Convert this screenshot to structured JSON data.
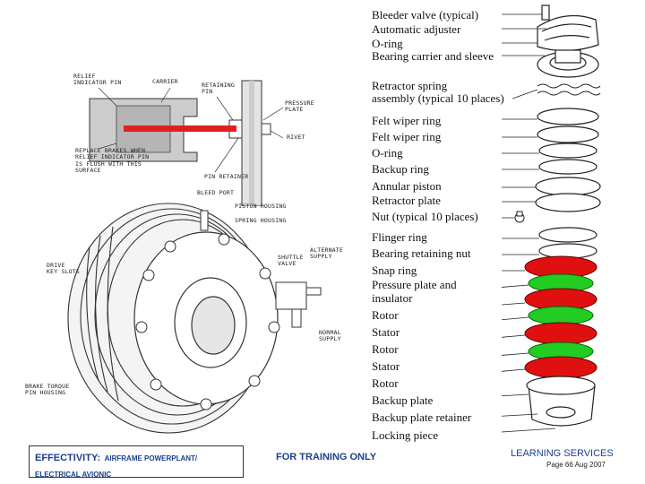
{
  "stack_labels": [
    "Bleeder valve (typical)",
    "Automatic adjuster",
    "O-ring",
    "Bearing carrier and sleeve",
    "Retractor spring",
    "assembly (typical 10 places)",
    "Felt wiper ring",
    "Felt wiper ring",
    "O-ring",
    "Backup ring",
    "Annular piston",
    "Retractor plate",
    "Nut (typical 10 places)",
    "Flinger ring",
    "Bearing retaining nut",
    "Snap ring",
    "Pressure plate and",
    "insulator",
    "Rotor",
    "Stator",
    "Rotor",
    "Stator",
    "Rotor",
    "Backup plate",
    "Backup plate retainer",
    "Locking piece"
  ],
  "pin_labels": {
    "relief_indicator": "RELIEF\nINDICATOR PIN",
    "carrier": "CARRIER",
    "retaining_pin": "RETAINING\nPIN",
    "pressure_plate": "PRESSURE\nPLATE",
    "rivet": "RIVET",
    "replace_note": "REPLACE BRAKES WHEN\nRELIEF INDICATOR PIN\nIS FLUSH WITH THIS\nSURFACE",
    "pin_retainer": "PIN RETAINER"
  },
  "brake_labels": {
    "bleed_port": "BLEED PORT",
    "piston_housing": "PISTON HOUSING",
    "spring_housing": "SPRING HOUSING",
    "alternate_supply": "ALTERNATE\nSUPPLY",
    "shuttle_valve": "SHUTTLE\nVALVE",
    "drive_key_slots": "DRIVE\nKEY SLOTS",
    "normal_supply": "NORMAL\nSUPPLY",
    "brake_torque_pin_housing": "BRAKE TORQUE\nPIN HOUSING"
  },
  "footer": {
    "effectivity_label": "EFFECTIVITY:",
    "effectivity_line1": "AIRFRAME POWERPLANT/",
    "effectivity_line2": "ELECTRICAL AVIONIC",
    "training": "FOR TRAINING ONLY",
    "learning": "LEARNING SERVICES",
    "page": "Page 66 Aug 2007"
  },
  "colors": {
    "rotor_red": "#e01010",
    "stator_green": "#22cc22",
    "indicator_red": "#e02020",
    "footer_blue": "#1a3f8f"
  }
}
